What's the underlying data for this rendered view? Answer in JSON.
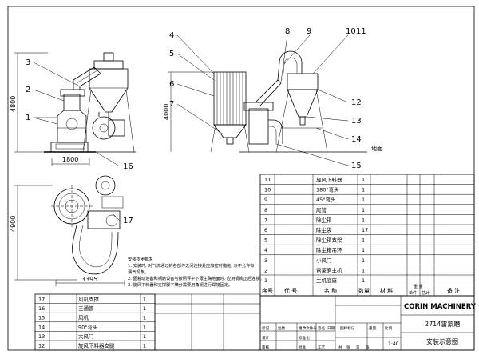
{
  "callouts": [
    "1",
    "2",
    "3",
    "4",
    "5",
    "6",
    "7",
    "8",
    "9",
    "10",
    "11",
    "12",
    "13",
    "14",
    "15",
    "16",
    "17"
  ],
  "dimensions": {
    "height_left": "4800",
    "width_front": "1800",
    "height_mid": "4000",
    "height_plan": "4900",
    "width_plan": "3395",
    "ground": "地面"
  },
  "notes": {
    "title": "安装技术要求",
    "lines": [
      "1. 安装时, 对气流通过的各部件之间连接处应加密封措施, 决不允许有",
      "   漏气现象。",
      "2. 固着动设备和钢筋设备与按照评平下跟主确地面时, 应用钢铆正后连接。",
      "3. 旋风下料器和支撑脚下横分需要用角钢进行焊接固定。"
    ]
  },
  "parts_upper": {
    "rows": [
      {
        "no": "11",
        "name": "旋风下料器",
        "qty": "1"
      },
      {
        "no": "10",
        "name": "180°弯头",
        "qty": "1"
      },
      {
        "no": "9",
        "name": "45°弯头",
        "qty": "1"
      },
      {
        "no": "8",
        "name": "尾管",
        "qty": "1"
      },
      {
        "no": "7",
        "name": "除尘箱",
        "qty": "1"
      },
      {
        "no": "6",
        "name": "除尘袋",
        "qty": "17"
      },
      {
        "no": "5",
        "name": "除尘箱支架",
        "qty": "1"
      },
      {
        "no": "4",
        "name": "除尘箱吊环",
        "qty": "1"
      },
      {
        "no": "3",
        "name": "小风门",
        "qty": "1"
      },
      {
        "no": "2",
        "name": "雷蒙磨主机",
        "qty": "1"
      },
      {
        "no": "1",
        "name": "主机底座",
        "qty": "1"
      }
    ],
    "header": [
      "序号",
      "代 号",
      "名 称",
      "数量",
      "材 料",
      "单件",
      "总计",
      "重 量",
      "备 注"
    ]
  },
  "parts_lower": {
    "rows": [
      {
        "no": "17",
        "name": "风机支撑",
        "qty": "1"
      },
      {
        "no": "16",
        "name": "三通管",
        "qty": "1"
      },
      {
        "no": "15",
        "name": "风机",
        "qty": "1"
      },
      {
        "no": "14",
        "name": "90°弯头",
        "qty": "1"
      },
      {
        "no": "13",
        "name": "大风门",
        "qty": "1"
      },
      {
        "no": "12",
        "name": "旋风下料器支腿",
        "qty": "1"
      }
    ]
  },
  "title_block": {
    "company": "CORIN MACHINERY",
    "model": "2714雷蒙磨",
    "drawing": "安装示意图",
    "scale": "1:40",
    "labels": [
      "标记",
      "处数",
      "更改文件号",
      "签名",
      "日期",
      "设计",
      "标准化",
      "图样标记",
      "重量",
      "比例",
      "审核",
      "工艺",
      "批准",
      "共",
      "张",
      "第",
      "张"
    ]
  }
}
